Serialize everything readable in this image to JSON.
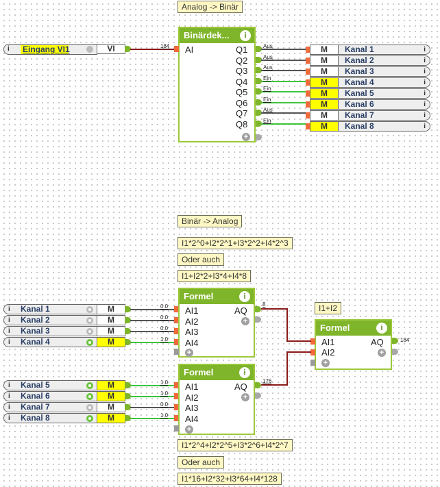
{
  "colors": {
    "block_header": "#7fb52a",
    "block_border": "#9cc83a",
    "note_bg": "#fff8c4",
    "active_yellow": "#ffff00",
    "wire_on": "#3cc43c",
    "wire_off": "#555555",
    "wire_analog": "#8a1a1a",
    "input_port": "#f06a3a"
  },
  "notes": {
    "analog_to_binary": "Analog -> Binär",
    "binary_to_analog": "Binär -> Analog",
    "formula1": "I1*2^0+I2*2^1+I3*2^2+I4*2^3",
    "or_also1": "Oder auch",
    "formula1_alt": "I1+I2*2+I3*4+I4*8",
    "sum": "I1+I2",
    "formula2": "I1*2^4+I2*2^5+I3*2^6+I4*2^7",
    "or_also2": "Oder auch",
    "formula2_alt": "I1*16+I2*32+I3*64+I4*128"
  },
  "input_block": {
    "label": "Eingang VI1",
    "type": "VI",
    "info_icon": "i",
    "value": "184"
  },
  "decoder": {
    "title": "Binärdek...",
    "info_icon": "i",
    "input": "AI",
    "outputs": [
      {
        "pin": "Q1",
        "state": "Aus",
        "on": false
      },
      {
        "pin": "Q2",
        "state": "Aus",
        "on": false
      },
      {
        "pin": "Q3",
        "state": "Aus",
        "on": false
      },
      {
        "pin": "Q4",
        "state": "Ein",
        "on": true
      },
      {
        "pin": "Q5",
        "state": "Ein",
        "on": true
      },
      {
        "pin": "Q6",
        "state": "Ein",
        "on": true
      },
      {
        "pin": "Q7",
        "state": "Aus",
        "on": false
      },
      {
        "pin": "Q8",
        "state": "Ein",
        "on": true
      }
    ]
  },
  "markers_out": [
    {
      "type": "M",
      "label": "Kanal 1",
      "on": false
    },
    {
      "type": "M",
      "label": "Kanal 2",
      "on": false
    },
    {
      "type": "M",
      "label": "Kanal 3",
      "on": false
    },
    {
      "type": "M",
      "label": "Kanal 4",
      "on": true
    },
    {
      "type": "M",
      "label": "Kanal 5",
      "on": true
    },
    {
      "type": "M",
      "label": "Kanal 6",
      "on": true
    },
    {
      "type": "M",
      "label": "Kanal 7",
      "on": false
    },
    {
      "type": "M",
      "label": "Kanal 8",
      "on": true
    }
  ],
  "markers_in1": [
    {
      "type": "M",
      "label": "Kanal 1",
      "on": false,
      "value": "0.0"
    },
    {
      "type": "M",
      "label": "Kanal 2",
      "on": false,
      "value": "0.0"
    },
    {
      "type": "M",
      "label": "Kanal 3",
      "on": false,
      "value": "0.0"
    },
    {
      "type": "M",
      "label": "Kanal 4",
      "on": true,
      "value": "1.0"
    }
  ],
  "markers_in2": [
    {
      "type": "M",
      "label": "Kanal 5",
      "on": true,
      "value": "1.0"
    },
    {
      "type": "M",
      "label": "Kanal 6",
      "on": true,
      "value": "1.0"
    },
    {
      "type": "M",
      "label": "Kanal 7",
      "on": false,
      "value": "0.0"
    },
    {
      "type": "M",
      "label": "Kanal 8",
      "on": true,
      "value": "1.0"
    }
  ],
  "formula1": {
    "title": "Formel",
    "info_icon": "i",
    "inputs": [
      "AI1",
      "AI2",
      "AI3",
      "AI4"
    ],
    "output": "AQ",
    "value": "8"
  },
  "formula2": {
    "title": "Formel",
    "info_icon": "i",
    "inputs": [
      "AI1",
      "AI2",
      "AI3",
      "AI4"
    ],
    "output": "AQ",
    "value": "176"
  },
  "formula3": {
    "title": "Formel",
    "info_icon": "i",
    "inputs": [
      "AI1",
      "AI2"
    ],
    "output": "AQ",
    "value": "184"
  },
  "icons": {
    "info": "i",
    "add": "+"
  }
}
